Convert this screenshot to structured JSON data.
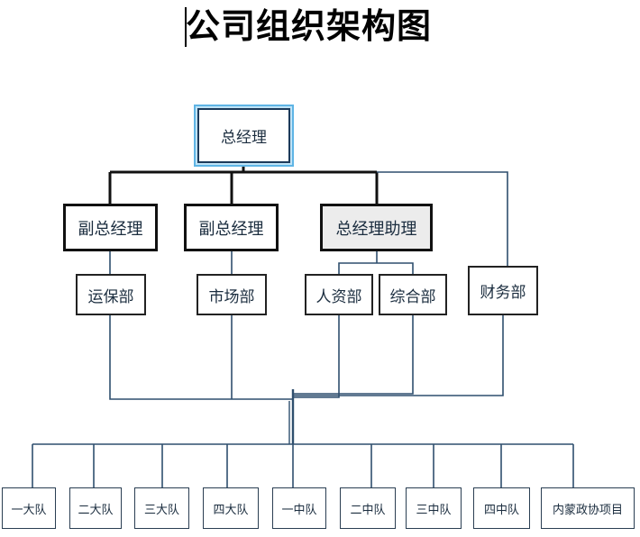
{
  "title": "公司组织架构图",
  "ceo": {
    "label": "总经理"
  },
  "level2": [
    {
      "label": "副总经理"
    },
    {
      "label": "副总经理"
    },
    {
      "label": "总经理助理"
    }
  ],
  "departments": [
    {
      "label": "运保部"
    },
    {
      "label": "市场部"
    },
    {
      "label": "人资部"
    },
    {
      "label": "综合部"
    },
    {
      "label": "财务部"
    }
  ],
  "teams": [
    {
      "label": "一大队"
    },
    {
      "label": "二大队"
    },
    {
      "label": "三大队"
    },
    {
      "label": "四大队"
    },
    {
      "label": "一中队"
    },
    {
      "label": "二中队"
    },
    {
      "label": "三中队"
    },
    {
      "label": "四中队"
    },
    {
      "label": "内蒙政协项目"
    }
  ],
  "colors": {
    "connector_dark": "#111111",
    "connector_blue": "#2f4f6e",
    "ceo_glow": "#5fb5e5",
    "shaded_box": "#ececec"
  }
}
